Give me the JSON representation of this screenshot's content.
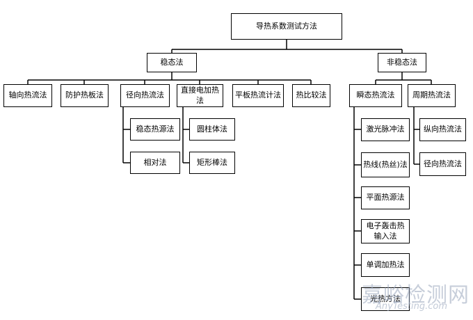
{
  "diagram": {
    "root": "导热系数测试方法",
    "steady": "稳态法",
    "unsteady": "非稳态法",
    "steady_children": [
      "轴向热流法",
      "防护热板法",
      "径向热流法",
      "直接电加热法",
      "平板热流计法",
      "热比较法"
    ],
    "radial_children": [
      "稳态热源法",
      "相对法"
    ],
    "electric_children": [
      "圆柱体法",
      "矩形棒法"
    ],
    "unsteady_children": [
      "瞬态热流法",
      "周期热流法"
    ],
    "transient_children": [
      "激光脉冲法",
      "热线(热丝)法",
      "平面热源法",
      "电子轰击热输入法",
      "单调加热法",
      "光热方法"
    ],
    "periodic_children": [
      "纵向热流法",
      "径向热流法"
    ]
  },
  "watermark": {
    "cn": "嘉峪检测网",
    "en": "AnyTesting.com"
  }
}
